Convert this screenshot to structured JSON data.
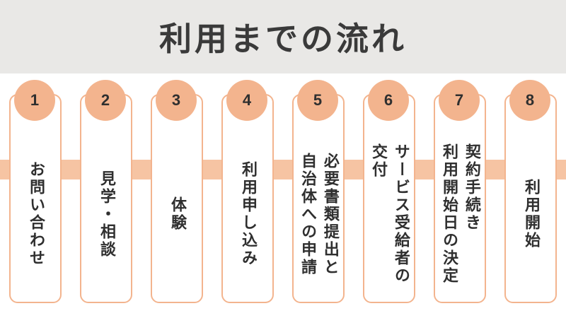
{
  "title": "利用までの流れ",
  "steps": [
    {
      "number": "1",
      "label": "お問い合わせ"
    },
    {
      "number": "2",
      "label": "見学・相談"
    },
    {
      "number": "3",
      "label": "体験"
    },
    {
      "number": "4",
      "label": "利用申し込み"
    },
    {
      "number": "5",
      "label": "必要書類提出と\n自治体への申請"
    },
    {
      "number": "6",
      "label": "サービス受給者の\n交付"
    },
    {
      "number": "7",
      "label": "契約手続き\n利用開始日の決定"
    },
    {
      "number": "8",
      "label": "利用開始"
    }
  ],
  "colors": {
    "header_bg": "#e9e8e6",
    "accent": "#f3b48e",
    "band": "#f6c4a3",
    "text": "#2f2f2f"
  }
}
